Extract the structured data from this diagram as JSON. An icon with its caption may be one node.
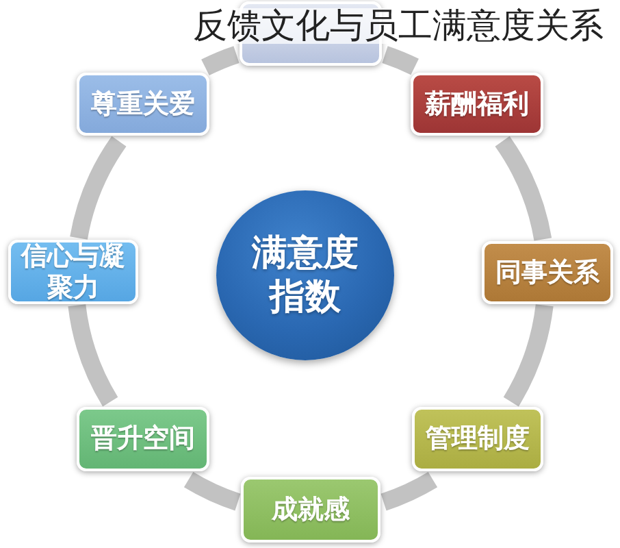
{
  "diagram": {
    "title": "反馈文化与员工满意度关系",
    "nodes": [
      {
        "text": [
          "满意度指数"
        ]
      },
      {
        "text": [],
        "shape": "box"
      },
      {
        "text": [
          "薪酬福利"
        ]
      },
      {
        "text": [
          "同事关系"
        ]
      },
      {
        "text": [
          "管理制度"
        ]
      },
      {
        "text": [
          "成就感"
        ]
      },
      {
        "text": [
          "晋升空间"
        ]
      },
      {
        "text": [
          "信心与凝聚力"
        ]
      },
      {
        "text": [
          "尊重关爱"
        ]
      }
    ],
    "edges": [
      {
        "from": 1,
        "to": 2,
        "arrow": "none"
      },
      {
        "from": 2,
        "to": 3,
        "arrow": "none"
      },
      {
        "from": 3,
        "to": 4,
        "arrow": "none"
      },
      {
        "from": 4,
        "to": 5,
        "arrow": "none"
      },
      {
        "from": 5,
        "to": 6,
        "arrow": "none"
      },
      {
        "from": 6,
        "to": 7,
        "arrow": "none"
      },
      {
        "from": 7,
        "to": 8,
        "arrow": "none"
      },
      {
        "from": 8,
        "to": 1,
        "arrow": "none"
      }
    ]
  }
}
